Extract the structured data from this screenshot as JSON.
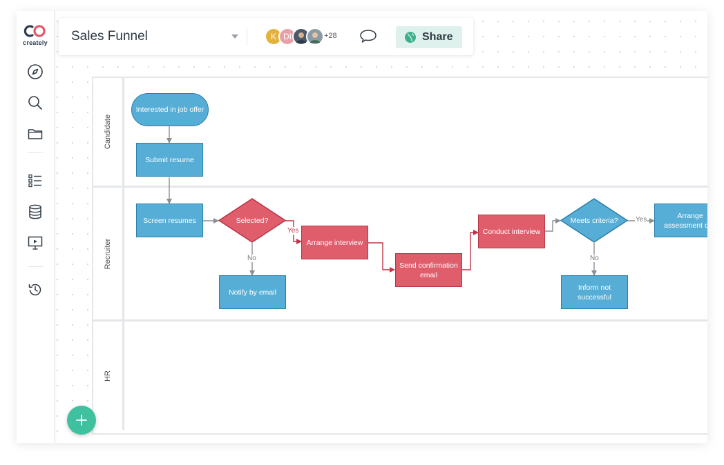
{
  "app": {
    "logo_text": "creately"
  },
  "header": {
    "title": "Sales Funnel",
    "collaborators": [
      {
        "initial": "K",
        "color": "#e3b23c"
      },
      {
        "initial": "DI",
        "color": "#e8a0a8"
      },
      {
        "initial": "",
        "color": "#4a5a6a"
      },
      {
        "initial": "",
        "color": "#8a9aa6"
      }
    ],
    "more_count": "+28",
    "share_label": "Share"
  },
  "lanes": [
    {
      "label": "Candidate"
    },
    {
      "label": "Recruiter"
    },
    {
      "label": "HR"
    }
  ],
  "nodes": {
    "interested": "Interested in job offer",
    "submit_resume": "Submit resume",
    "screen_resumes": "Screen resumes",
    "selected": "Selected?",
    "notify_email": "Notify by email",
    "arrange_interview": "Arrange interview",
    "send_confirmation": "Send confirmation email",
    "conduct_interview": "Conduct interview",
    "meets_criteria": "Meets criteria?",
    "inform_not_successful": "Inform not successful",
    "arrange_assessment": "Arrange assessment day"
  },
  "edge_labels": {
    "selected_yes": "Yes",
    "selected_no": "No",
    "criteria_yes": "Yes",
    "criteria_no": "No"
  },
  "colors": {
    "process_blue": "#56aed6",
    "process_red": "#e05d6c",
    "accent_green": "#3fc09f"
  }
}
